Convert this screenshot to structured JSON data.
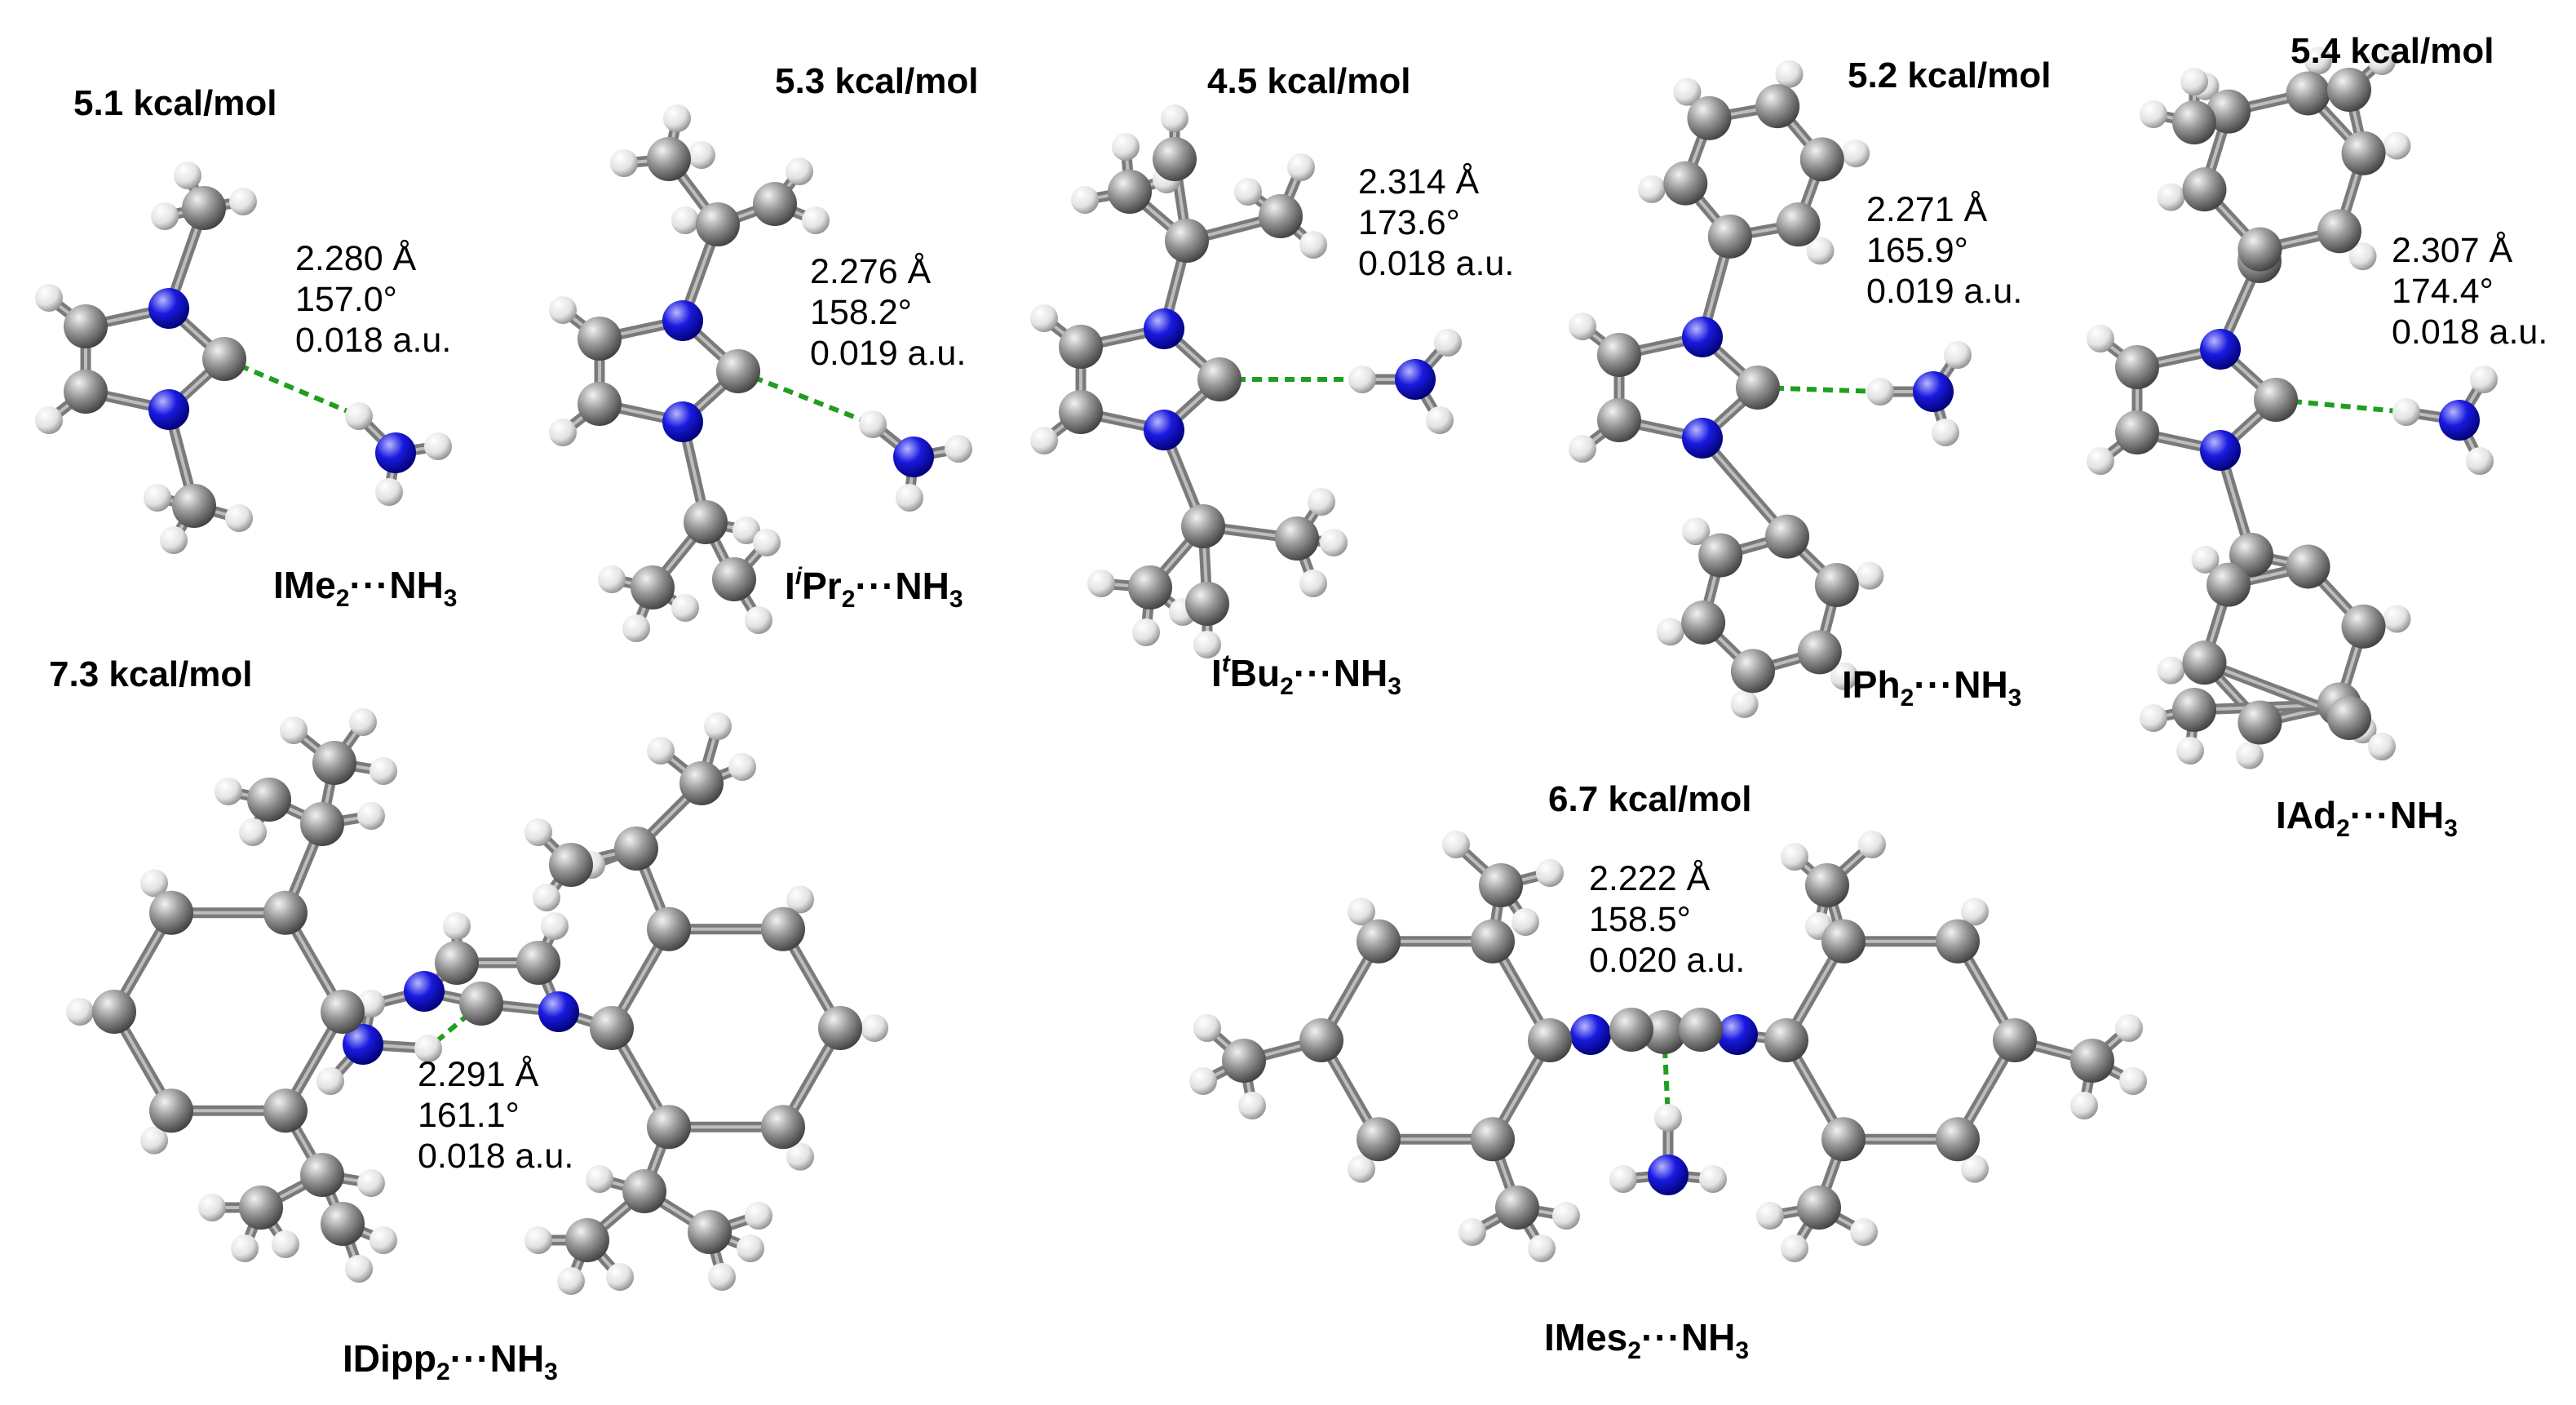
{
  "complexes": [
    {
      "id": "ime2",
      "energy": "5.1 kcal/mol",
      "distance": "2.280 Å",
      "angle": "157.0°",
      "density": "0.018 a.u.",
      "name": {
        "prefix": "I",
        "sup": "",
        "core": "Me",
        "sub": "2",
        "sep": "···",
        "partner": "NH",
        "partner_sub": "3"
      }
    },
    {
      "id": "ipr2",
      "energy": "5.3 kcal/mol",
      "distance": "2.276 Å",
      "angle": "158.2°",
      "density": "0.019 a.u.",
      "name": {
        "prefix": "I",
        "sup": "i",
        "core": "Pr",
        "sub": "2",
        "sep": "···",
        "partner": "NH",
        "partner_sub": "3"
      }
    },
    {
      "id": "itbu2",
      "energy": "4.5 kcal/mol",
      "distance": "2.314 Å",
      "angle": "173.6°",
      "density": "0.018 a.u.",
      "name": {
        "prefix": "I",
        "sup": "t",
        "core": "Bu",
        "sub": "2",
        "sep": "···",
        "partner": "NH",
        "partner_sub": "3"
      }
    },
    {
      "id": "iph2",
      "energy": "5.2 kcal/mol",
      "distance": "2.271 Å",
      "angle": "165.9°",
      "density": "0.019 a.u.",
      "name": {
        "prefix": "I",
        "sup": "",
        "core": "Ph",
        "sub": "2",
        "sep": "···",
        "partner": "NH",
        "partner_sub": "3"
      }
    },
    {
      "id": "iad2",
      "energy": "5.4 kcal/mol",
      "distance": "2.307 Å",
      "angle": "174.4°",
      "density": "0.018 a.u.",
      "name": {
        "prefix": "I",
        "sup": "",
        "core": "Ad",
        "sub": "2",
        "sep": "···",
        "partner": "NH",
        "partner_sub": "3"
      }
    },
    {
      "id": "idipp2",
      "energy": "7.3 kcal/mol",
      "distance": "2.291 Å",
      "angle": "161.1°",
      "density": "0.018 a.u.",
      "name": {
        "prefix": "I",
        "sup": "",
        "core": "Dipp",
        "sub": "2",
        "sep": "···",
        "partner": "NH",
        "partner_sub": "3"
      }
    },
    {
      "id": "imes2",
      "energy": "6.7 kcal/mol",
      "distance": "2.222 Å",
      "angle": "158.5°",
      "density": "0.020 a.u.",
      "name": {
        "prefix": "I",
        "sup": "",
        "core": "Mes",
        "sub": "2",
        "sep": "···",
        "partner": "NH",
        "partner_sub": "3"
      }
    }
  ],
  "colors": {
    "carbon": "#8a8a8a",
    "nitrogen": "#1616d8",
    "hydrogen": "#ececec",
    "hbond": "#1f9e1f",
    "bond": "#7a7a7a"
  }
}
